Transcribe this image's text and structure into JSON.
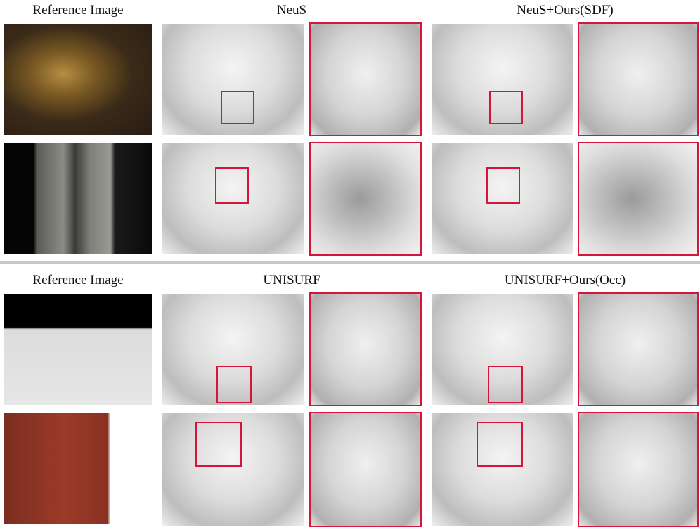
{
  "top_section": {
    "headers": [
      "Reference Image",
      "NeuS",
      "NeuS+Ours(SDF)"
    ]
  },
  "bottom_section": {
    "headers": [
      "Reference Image",
      "UNISURF",
      "UNISURF+Ours(Occ)"
    ]
  },
  "colors": {
    "highlight": "#d6153a",
    "divider": "#c8c8c8"
  }
}
